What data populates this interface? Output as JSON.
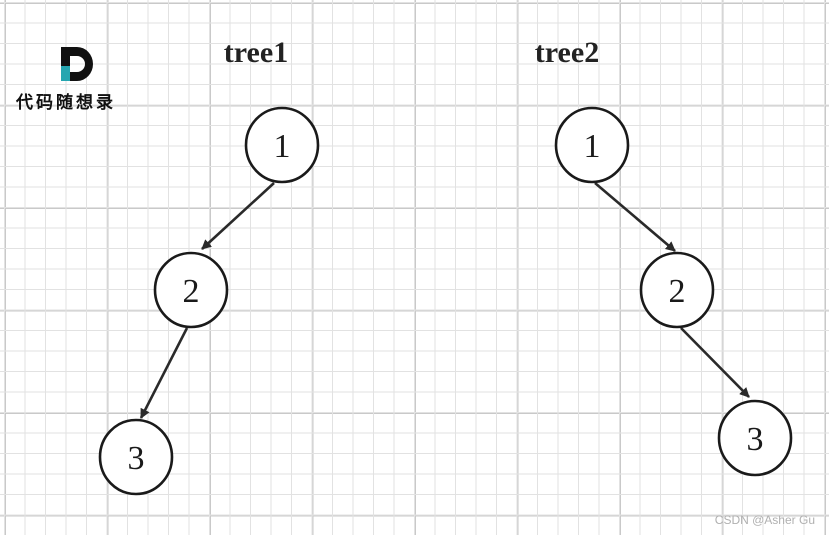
{
  "logo": {
    "text": "代码随想录",
    "accent_color": "#26a6b0",
    "dark_color": "#111111"
  },
  "trees": [
    {
      "title": "tree1",
      "nodes": [
        {
          "label": "1"
        },
        {
          "label": "2"
        },
        {
          "label": "3"
        }
      ],
      "edges": [
        {
          "from": "1",
          "to": "2"
        },
        {
          "from": "2",
          "to": "3"
        }
      ]
    },
    {
      "title": "tree2",
      "nodes": [
        {
          "label": "1"
        },
        {
          "label": "2"
        },
        {
          "label": "3"
        }
      ],
      "edges": [
        {
          "from": "1",
          "to": "2"
        },
        {
          "from": "2",
          "to": "3"
        }
      ]
    }
  ],
  "watermark": "CSDN @Asher Gu"
}
